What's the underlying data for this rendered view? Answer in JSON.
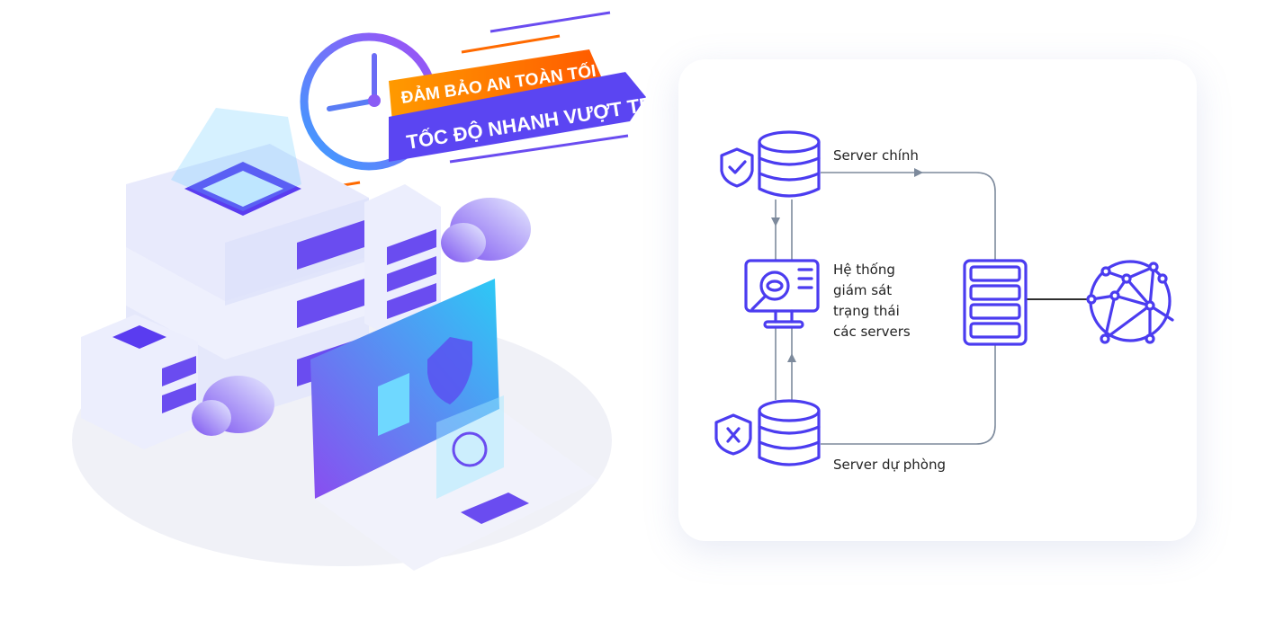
{
  "banner": {
    "line1": "ĐẢM BẢO AN TOÀN TỐI ĐA",
    "line2": "TỐC ĐỘ NHANH VƯỢT TRỘI"
  },
  "diagram": {
    "main_server_label": "Server chính",
    "monitor_label_lines": [
      "Hệ thống",
      "giám sát",
      "trạng thái",
      "các servers"
    ],
    "backup_server_label": "Server dự phòng"
  },
  "colors": {
    "accent": "#4b3cf0",
    "line": "#7d8a9c",
    "orange": "#ff7a00",
    "purple": "#5b45f2"
  }
}
